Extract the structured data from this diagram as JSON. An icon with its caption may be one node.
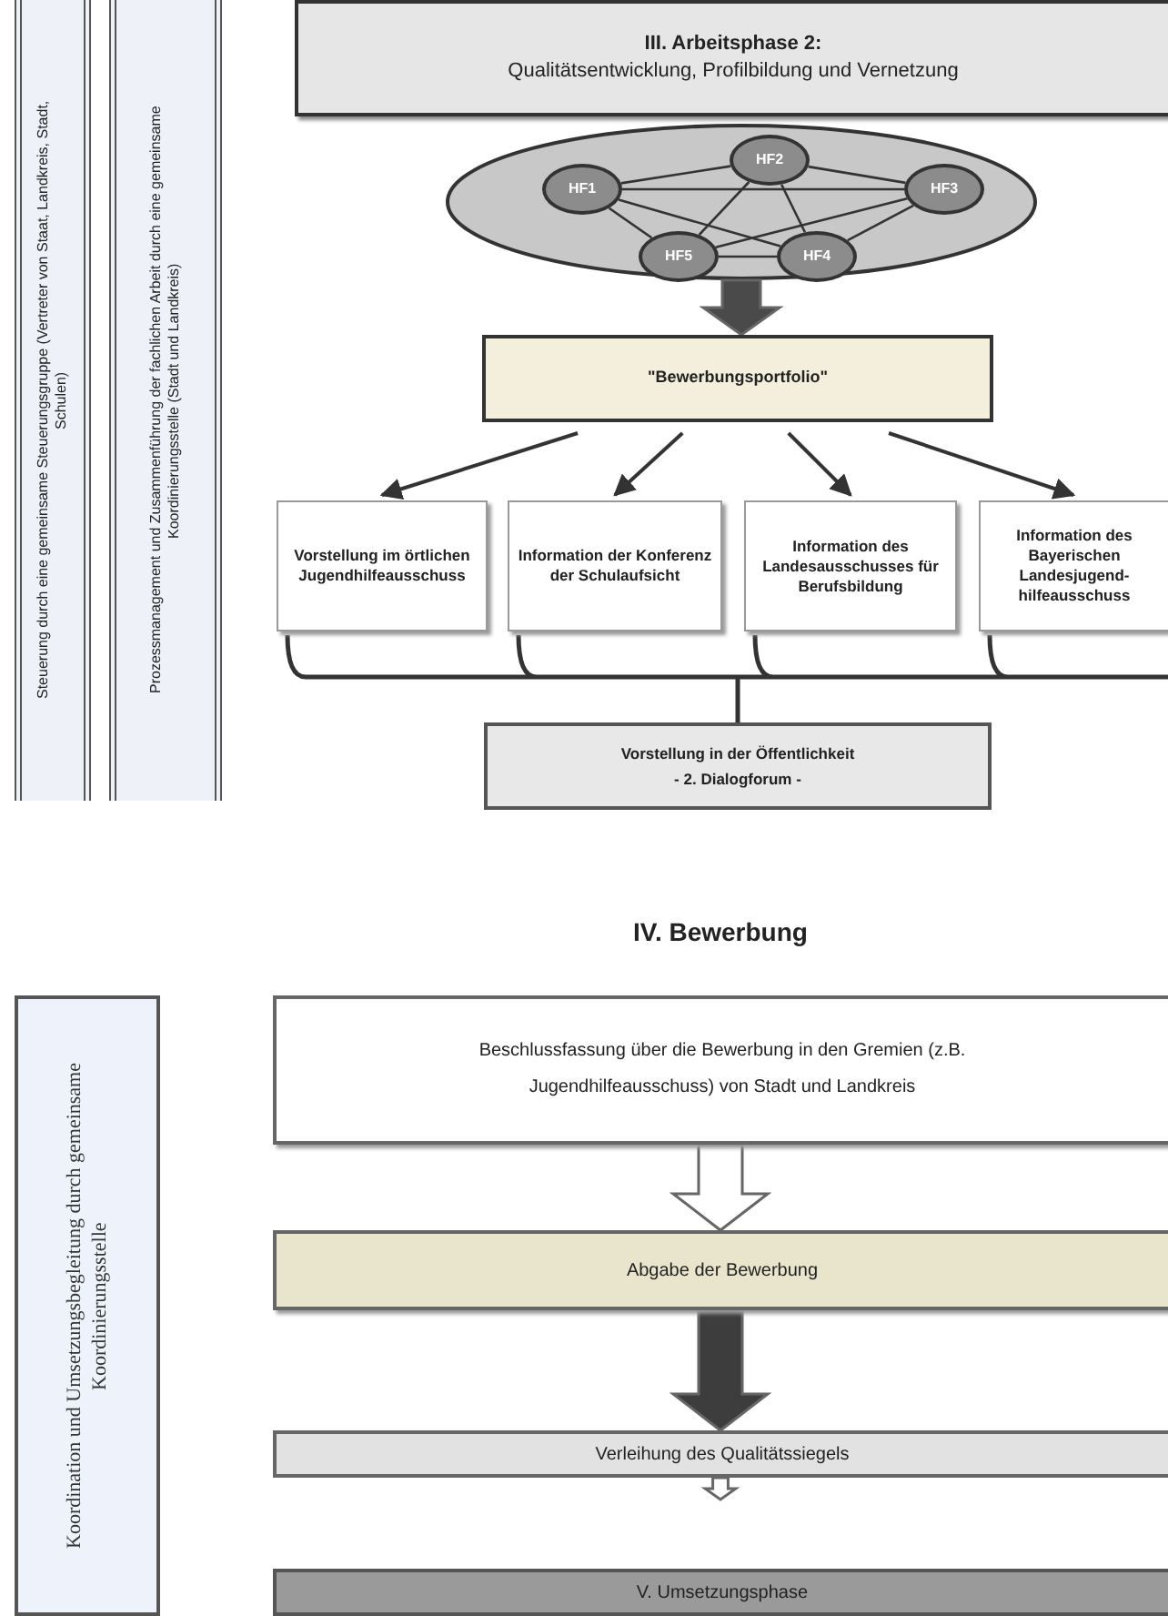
{
  "diagram": {
    "nodes": [
      {
        "text": [
          "Steuerung durch eine gemeinsame Steuerungsgruppe (Vertreter von Staat, Landkreis, Stadt, Schulen)"
        ]
      },
      {
        "text": [
          "Prozessmanagement und Zusammenführung der fachlichen Arbeit durch eine gemeinsame Koordinierungsstelle (Stadt und Landkreis)"
        ]
      },
      {
        "text": [
          "III. Arbeitsphase 2:",
          "Qualitätsentwicklung, Profilbildung und Vernetzung"
        ]
      },
      {
        "text": [],
        "shape": "ellipse"
      },
      {
        "text": [
          "HF1"
        ],
        "in": 3
      },
      {
        "text": [
          "HF2"
        ],
        "in": 3
      },
      {
        "text": [
          "HF3"
        ],
        "in": 3
      },
      {
        "text": [
          "HF5"
        ],
        "in": 3
      },
      {
        "text": [
          "HF4"
        ],
        "in": 3
      },
      {
        "text": [
          "\"Bewerbungsportfolio\""
        ]
      },
      {
        "text": [
          "Vorstellung im örtlichen Jugendhilfeausschuss"
        ]
      },
      {
        "text": [
          "Information der Konferenz der Schulaufsicht"
        ]
      },
      {
        "text": [
          "Information des Landesausschusses für Berufsbildung"
        ]
      },
      {
        "text": [
          "Information des Bayerischen Landesjugend-hilfeausschuss"
        ]
      },
      {
        "text": [
          "Vorstellung in der Öffentlichkeit",
          "- 2. Dialogforum -"
        ]
      },
      {
        "text": [
          "Koordination und Umsetzungsbegleitung durch gemeinsame Koordinierungsstelle"
        ]
      },
      {
        "text": [
          "Beschlussfassung über die Bewerbung in den Gremien (z.B. Jugendhilfeausschuss) von Stadt und Landkreis"
        ]
      },
      {
        "text": [
          "Abgabe der Bewerbung"
        ]
      },
      {
        "text": [
          "Verleihung des Qualitätssiegels"
        ]
      },
      {
        "text": [
          "V. Umsetzungsphase"
        ]
      }
    ],
    "edges": [
      {
        "from": 4,
        "to": 5,
        "arrow": "none"
      },
      {
        "from": 5,
        "to": 6,
        "arrow": "none"
      },
      {
        "from": 4,
        "to": 6,
        "arrow": "none"
      },
      {
        "from": 4,
        "to": 7,
        "arrow": "none"
      },
      {
        "from": 4,
        "to": 8,
        "arrow": "none"
      },
      {
        "from": 5,
        "to": 7,
        "arrow": "none"
      },
      {
        "from": 5,
        "to": 8,
        "arrow": "none"
      },
      {
        "from": 6,
        "to": 7,
        "arrow": "none"
      },
      {
        "from": 6,
        "to": 8,
        "arrow": "none"
      },
      {
        "from": 7,
        "to": 8,
        "arrow": "none"
      },
      {
        "from": 3,
        "to": 9,
        "arrow": "to",
        "style": "thick",
        "color": "#4a4a4a"
      },
      {
        "from": 9,
        "to": 10,
        "arrow": "to"
      },
      {
        "from": 9,
        "to": 11,
        "arrow": "to"
      },
      {
        "from": 9,
        "to": 12,
        "arrow": "to"
      },
      {
        "from": 9,
        "to": 13,
        "arrow": "to"
      },
      {
        "from": 10,
        "to": 14,
        "arrow": "none"
      },
      {
        "from": 11,
        "to": 14,
        "arrow": "none"
      },
      {
        "from": 12,
        "to": 14,
        "arrow": "none"
      },
      {
        "from": 13,
        "to": 14,
        "arrow": "none"
      },
      {
        "from": 16,
        "to": 17,
        "arrow": "to",
        "style": "thick",
        "color": "#ffffff"
      },
      {
        "from": 17,
        "to": 18,
        "arrow": "to",
        "style": "thick",
        "color": "#3d3d3d"
      },
      {
        "from": 18,
        "to": null,
        "arrow": "to",
        "style": "thick",
        "color": "#ffffff"
      }
    ],
    "labels": [
      "IV. Bewerbung"
    ]
  }
}
